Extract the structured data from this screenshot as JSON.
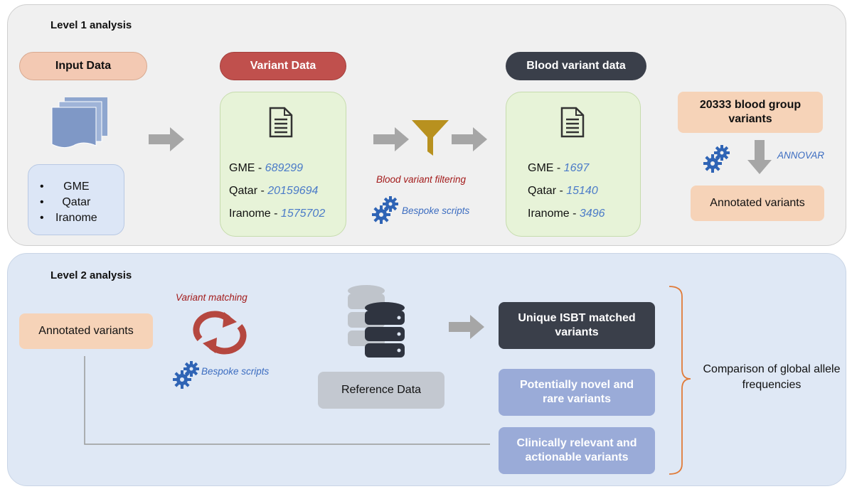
{
  "level1": {
    "title": "Level 1 analysis",
    "input": {
      "label": "Input Data",
      "items": [
        "GME",
        "Qatar",
        "Iranome"
      ],
      "icon": "document-stack-icon"
    },
    "variant": {
      "label": "Variant Data",
      "rows": [
        {
          "name": "GME - ",
          "value": "689299"
        },
        {
          "name": "Qatar - ",
          "value": "20159694"
        },
        {
          "name": "Iranome - ",
          "value": "1575702"
        }
      ]
    },
    "filtering": {
      "label": "Blood variant filtering",
      "scripts": "Bespoke scripts"
    },
    "blood": {
      "label": "Blood variant data",
      "rows": [
        {
          "name": "GME - ",
          "value": "1697"
        },
        {
          "name": "Qatar - ",
          "value": "15140"
        },
        {
          "name": "Iranome - ",
          "value": "3496"
        }
      ]
    },
    "summary": {
      "count_label": "20333 blood group variants",
      "tool": "ANNOVAR",
      "result": "Annotated variants"
    }
  },
  "level2": {
    "title": "Level 2 analysis",
    "annotated": "Annotated variants",
    "matching": "Variant matching",
    "scripts": "Bespoke scripts",
    "reference": "Reference Data",
    "outputs": {
      "unique": "Unique ISBT matched variants",
      "novel": "Potentially novel and rare variants",
      "clinical": "Clinically relevant and actionable variants"
    },
    "comparison": "Comparison of global allele frequencies"
  },
  "colors": {
    "input_pill": "#f3c9b3",
    "variant_pill": "#c0504d",
    "blood_pill": "#3a3f4a",
    "peach_box": "#f6d3b8",
    "green_box": "#e7f3d8",
    "unique_box": "#3a3f4a",
    "lavender_box": "#9aabd8",
    "reference_box": "#c3c8d0",
    "number_blue": "#4b7bc8",
    "note_red": "#a31b1b",
    "bracket": "#e07b39"
  }
}
